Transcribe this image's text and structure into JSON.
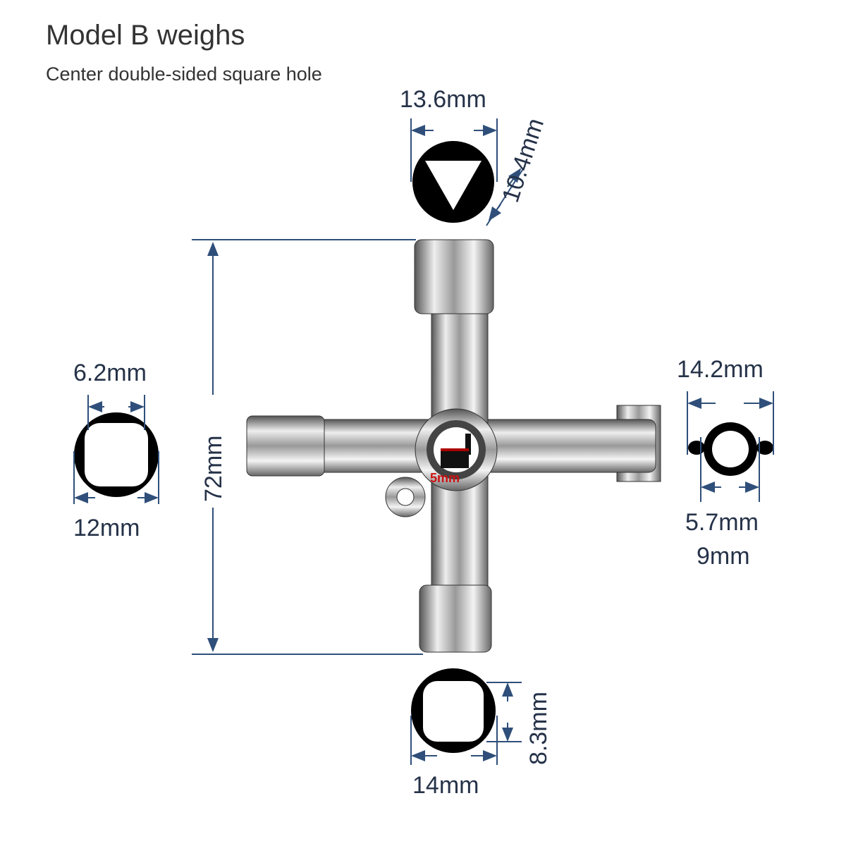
{
  "title": "Model B weighs",
  "subtitle": "Center double-sided square hole",
  "dimensions": {
    "triangle_width": "13.6mm",
    "triangle_height": "10.4mm",
    "overall_length": "72mm",
    "square_small_inner": "6.2mm",
    "square_small_outer": "12mm",
    "round_outer": "14.2mm",
    "round_inner": "5.7mm",
    "round_mid": "9mm",
    "square_large_height": "8.3mm",
    "square_large_width": "14mm",
    "center_hole": "5mm"
  },
  "colors": {
    "dimension_line": "#2f4f7a",
    "center_label": "#cc1111",
    "text": "#253248"
  }
}
